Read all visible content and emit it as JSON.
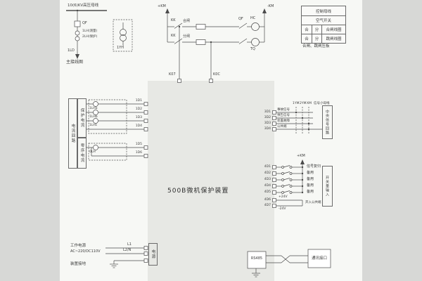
{
  "device": {
    "title": "500B微机保护装置"
  },
  "main_diagram": {
    "bus_label": "10(6)KV高压母线",
    "breaker": "QF",
    "ct_measure": "1LH(测量)",
    "ct_protect": "2LH(保护)",
    "pt": "1YH",
    "feeder": "1LD",
    "caption": "主接线图"
  },
  "control_circuit": {
    "pos_rail": "+KM",
    "neg_rail": "-KM",
    "switch1": "KK",
    "switch1_op": "合闸",
    "switch2": "KK",
    "switch2_op": "分闸",
    "qf_aux": "QF",
    "close_coil": "HC",
    "trip_coil": "TQ",
    "relay_close": "K07",
    "relay_trip": "K0C"
  },
  "control_table": {
    "row1": "控制母线",
    "row2": "空气开关",
    "row3": {
      "c1": "合",
      "c2": "分",
      "c3": "合闸线圈"
    },
    "row4": {
      "c1": "合",
      "c2": "分",
      "c3": "跳闸线圈"
    },
    "note": "合闸、跳闸压板"
  },
  "current_block": {
    "group": "电流回路",
    "protect": "保护电流",
    "zero": "零序电流",
    "cts": [
      "1LHa",
      "1LHb",
      "1LHc",
      "0LH"
    ],
    "terminals": [
      "1D1",
      "1D2",
      "1D3",
      "1D4",
      "1D5",
      "1D6"
    ]
  },
  "signal_block": {
    "buses": [
      "1YM",
      "2YM",
      "XM"
    ],
    "bus_caption": "信号小母线",
    "rows": [
      {
        "terminal": "3D1",
        "label": "事故信号"
      },
      {
        "terminal": "3D2",
        "label": "预告信号"
      },
      {
        "terminal": "3D3",
        "label": "装置故障"
      },
      {
        "terminal": "3D4",
        "label": "公共端"
      }
    ],
    "dest": "中央信号回路"
  },
  "input_block": {
    "pos_rail": "+KM",
    "rows": [
      {
        "terminal": "4D1",
        "label": "信号复归"
      },
      {
        "terminal": "4D2",
        "label": "备用"
      },
      {
        "terminal": "4D3",
        "label": "备用"
      },
      {
        "terminal": "4D4",
        "label": "备用"
      },
      {
        "terminal": "4D5",
        "label": "备用"
      },
      {
        "terminal": "4D6",
        "label": "开入公共端",
        "wire": "+24V"
      },
      {
        "terminal": "4D7",
        "label": "",
        "wire": "-24V"
      }
    ],
    "dest": "开关量输入"
  },
  "power_block": {
    "title": "工作电源",
    "rating": "AC~220/DC110V",
    "line1": "L1",
    "line2": "L2/N",
    "ground": "装置接地",
    "unit": "电源"
  },
  "comm_block": {
    "port": "RS485",
    "dest": "通讯接口"
  }
}
